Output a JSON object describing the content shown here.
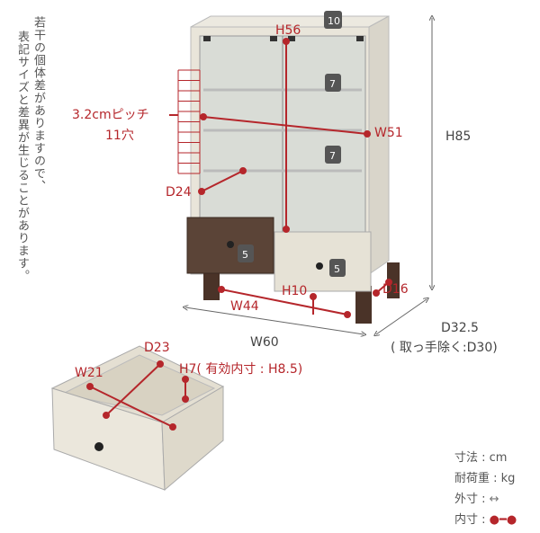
{
  "note": {
    "line1": "若干の個体差がありますので、",
    "line2": "表記サイズと差異が生じることがあります。"
  },
  "dimensions": {
    "h56": "H56",
    "w51": "W51",
    "pitch": "3.2cmピッチ",
    "holes": "11穴",
    "d24": "D24",
    "h85": "H85",
    "h10": "H10",
    "d16": "D16",
    "w44": "W44",
    "w60": "W60",
    "d325": "D32.5",
    "d30": "( 取っ手除く:D30)",
    "d23": "D23",
    "w21": "W21",
    "h7": "H7( 有効内寸 : H8.5)"
  },
  "loads": {
    "top": "10",
    "shelf1": "7",
    "shelf2": "7",
    "drawer_left": "5",
    "drawer_right": "5"
  },
  "legend": {
    "unit": "寸法 : cm",
    "load": "耐荷重 : kg",
    "outer": "外寸 :",
    "inner": "内寸 :"
  },
  "colors": {
    "accent": "#b5262b",
    "wood_light": "#e6e2d6",
    "wood_dark": "#5b4437"
  }
}
